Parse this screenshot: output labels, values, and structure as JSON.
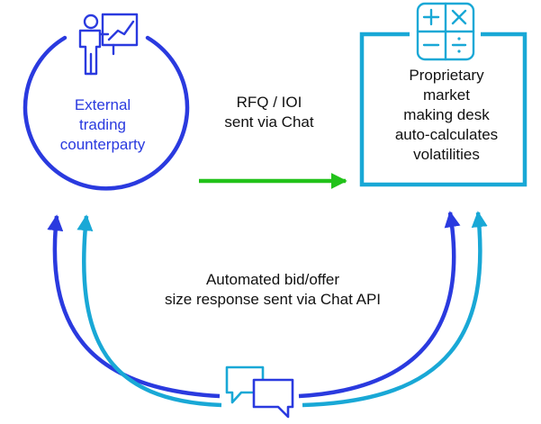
{
  "nodes": {
    "counterparty": {
      "lines": [
        "External",
        "trading",
        "counterparty"
      ],
      "color": "#2a3adf",
      "icon": "presenter-chart-icon"
    },
    "desk": {
      "lines": [
        "Proprietary",
        "market",
        "making desk",
        "auto-calculates",
        "volatilities"
      ],
      "color": "#19a8d6",
      "icon": "calculator-icon"
    },
    "chat": {
      "icon": "chat-bubbles-icon"
    }
  },
  "edges": {
    "rfq": {
      "lines": [
        "RFQ / IOI",
        "sent via Chat"
      ],
      "color": "#22c21a"
    },
    "response": {
      "lines": [
        "Automated bid/offer",
        "size response sent via Chat API"
      ],
      "colors": [
        "#2a3adf",
        "#19a8d6"
      ]
    }
  }
}
